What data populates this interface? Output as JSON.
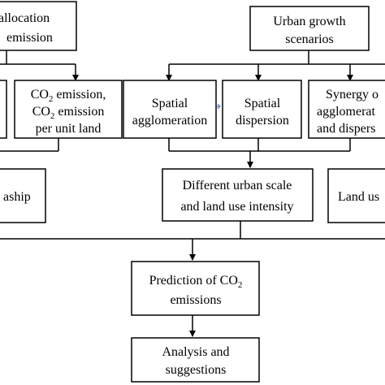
{
  "nodes": {
    "allocation": {
      "lines": [
        "allocation",
        "emission"
      ]
    },
    "urban_growth": {
      "lines": [
        "Urban growth",
        "scenarios"
      ]
    },
    "co2_emission": {
      "line1": "CO",
      "line1_sub": "2",
      "line1_rest": " emission,",
      "line2": "CO",
      "line2_sub": "2",
      "line2_rest": " emission",
      "line3": "per unit land"
    },
    "spatial_agglomeration": {
      "lines": [
        "Spatial",
        "agglomeration"
      ]
    },
    "spatial_dispersion": {
      "lines": [
        "Spatial",
        "dispersion"
      ]
    },
    "synergy": {
      "lines": [
        "Synergy o",
        "agglomerat",
        "and dispers"
      ]
    },
    "relationship": {
      "lines": [
        "aship"
      ]
    },
    "different_scale": {
      "lines": [
        "Different urban scale",
        "and land use intensity"
      ]
    },
    "land_use": {
      "lines": [
        "Land us"
      ]
    },
    "prediction": {
      "line1": "Prediction of CO",
      "line1_sub": "2",
      "line2": "emissions"
    },
    "analysis": {
      "lines": [
        "Analysis and",
        "suggestions"
      ]
    }
  },
  "colors": {
    "stroke": "#000000",
    "background": "#ffffff",
    "arrow_small": "#5b7fb8"
  }
}
